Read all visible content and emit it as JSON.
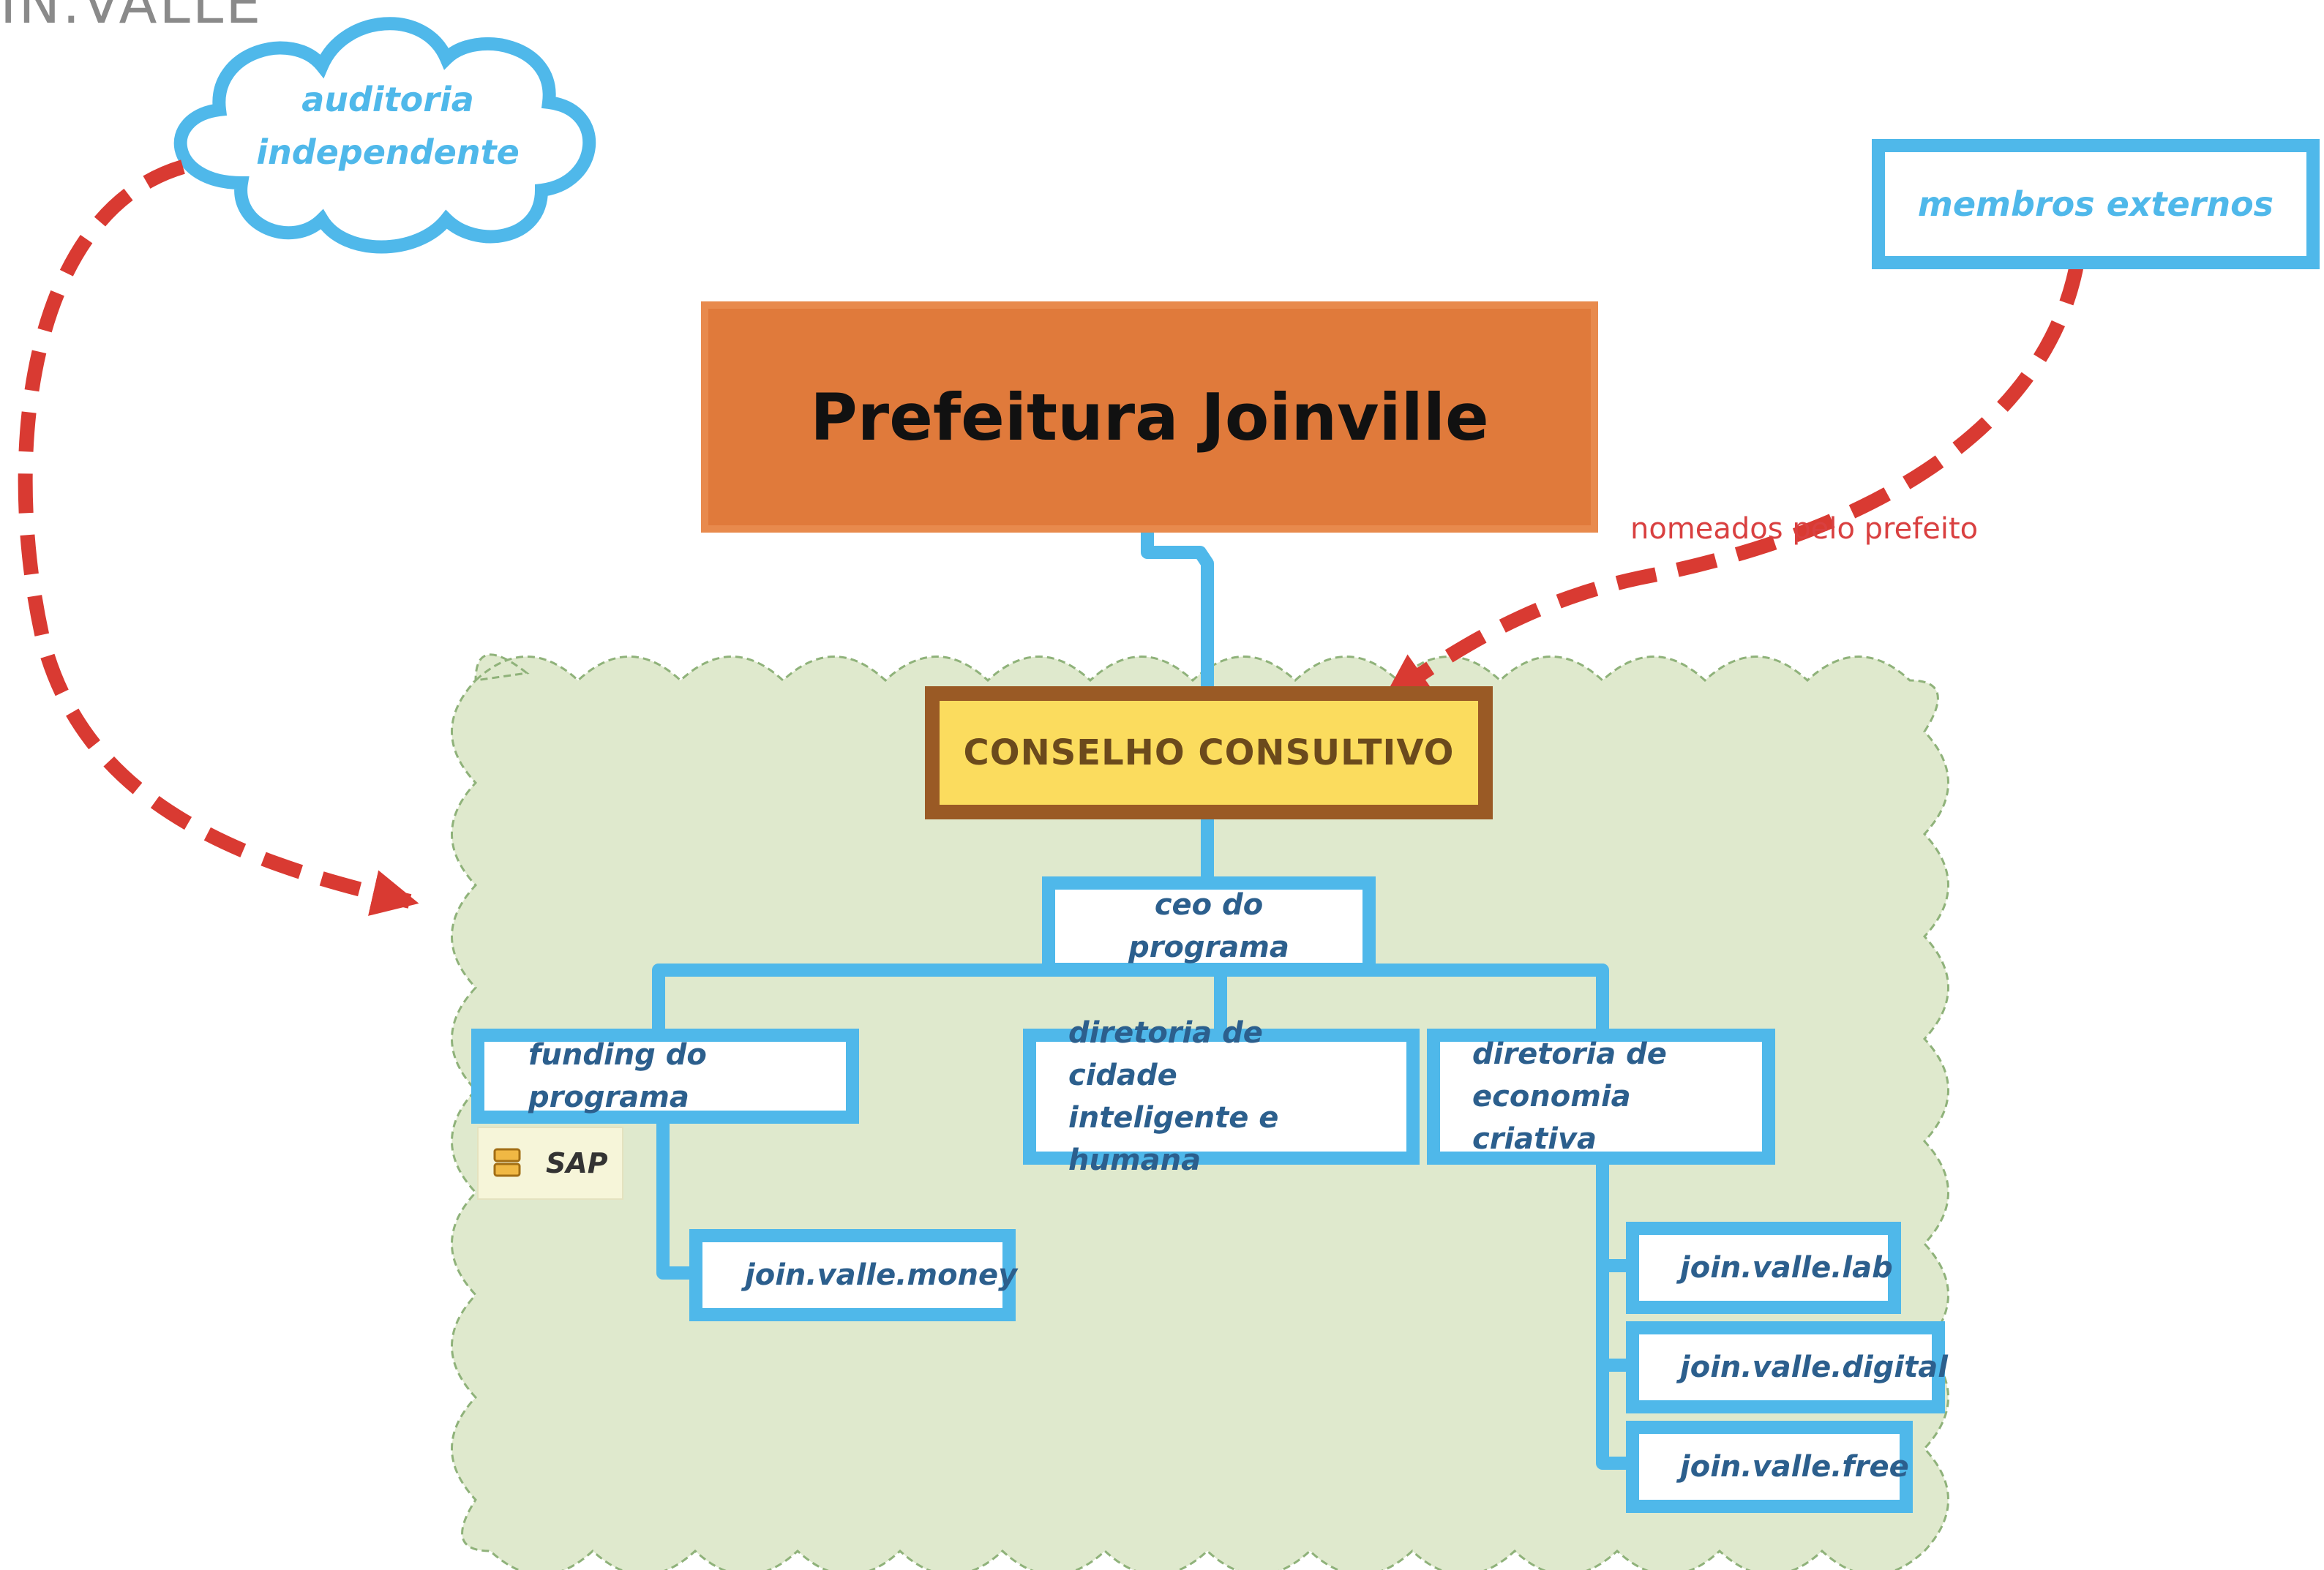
{
  "title_fragment": "IN.VALLE",
  "nodes": {
    "prefeitura": "Prefeitura Joinville",
    "conselho": "CONSELHO CONSULTIVO",
    "ceo": "ceo do programa",
    "funding": "funding do programa",
    "cidade_line1": "diretoria de cidade",
    "cidade_line2": "inteligente e humana",
    "economia_line1": "diretoria de",
    "economia_line2": "economia criativa",
    "money": "join.valle.money",
    "lab": "join.valle.lab",
    "digital": "join.valle.digital",
    "free": "join.valle.free",
    "sap": "SAP"
  },
  "external": {
    "auditoria_line1": "auditoria",
    "auditoria_line2": "independente",
    "membros": "membros externos",
    "nomeados": "nomeados pelo prefeito"
  },
  "colors": {
    "connector_blue": "#4fb8ea",
    "node_text_blue": "#2c5f8d",
    "prefeitura_orange": "#e07a3b",
    "conselho_yellow": "#fbdc5e",
    "conselho_border": "#9a5a25",
    "cloud_green": "#dfe9cd",
    "arrow_red": "#d93a32"
  },
  "icons": {
    "sap": "database-icon",
    "cloud": "cloud-shape"
  }
}
